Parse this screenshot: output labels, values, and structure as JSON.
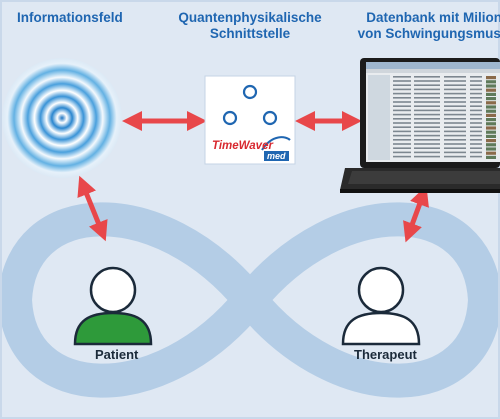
{
  "labels": {
    "info_field": "Informationsfeld",
    "interface_line1": "Quantenphysikalische",
    "interface_line2": "Schnittstelle",
    "database_line1": "Datenbank mit Milionen",
    "database_line2": "von Schwingungsmustern",
    "patient": "Patient",
    "therapist": "Therapeut"
  },
  "logo": {
    "name": "TimeWaver",
    "sub": "med"
  },
  "colors": {
    "background": "#dfe8f3",
    "title_blue": "#1f66b1",
    "arrow_red": "#e8474a",
    "infinity_band": "#b4cde6",
    "patient_green": "#2e9a3a",
    "therapist_white": "#ffffff"
  },
  "icons": {
    "info_field": "concentric-rings-icon",
    "interface": "three-circles-icon",
    "database": "laptop-icon",
    "patient": "person-icon",
    "therapist": "person-icon"
  }
}
